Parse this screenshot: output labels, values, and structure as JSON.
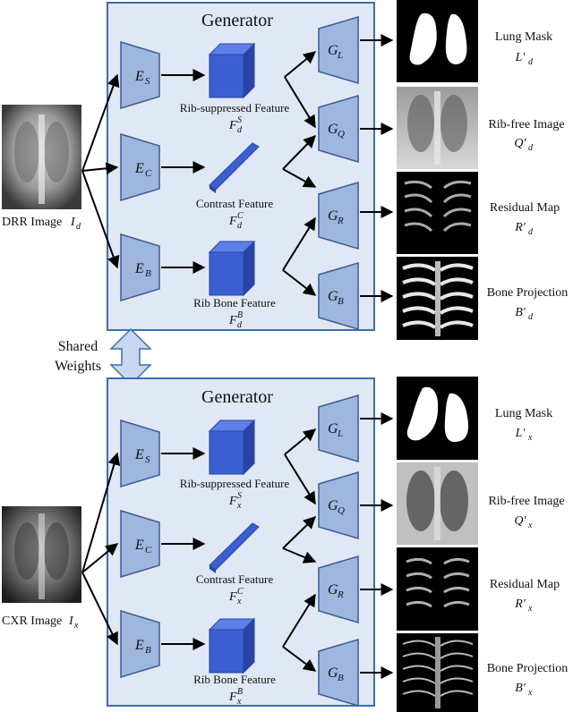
{
  "colors": {
    "panel_fill": "#dfe8f4",
    "panel_stroke": "#3d6db0",
    "encoder_fill": "#9fb6df",
    "encoder_stroke": "#3d5a95",
    "cube_front": "#3a5fd0",
    "cube_top": "#5d80e6",
    "cube_side": "#2744a8",
    "arrow": "#000000"
  },
  "shared_weights": {
    "line1": "Shared",
    "line2": "Weights"
  },
  "generators": [
    {
      "title": "Generator",
      "encoders": {
        "s": {
          "sym": "E",
          "sub": "S"
        },
        "c": {
          "sym": "E",
          "sub": "C"
        },
        "b": {
          "sym": "E",
          "sub": "B"
        }
      },
      "decoders": {
        "l": {
          "sym": "G",
          "sub": "L"
        },
        "q": {
          "sym": "G",
          "sub": "Q"
        },
        "r": {
          "sym": "G",
          "sub": "R"
        },
        "b": {
          "sym": "G",
          "sub": "B"
        }
      },
      "features": {
        "s": {
          "label": "Rib-suppressed Feature",
          "sym": "F",
          "sub": "d",
          "sup": "S"
        },
        "c": {
          "label": "Contrast Feature",
          "sym": "F",
          "sub": "d",
          "sup": "C"
        },
        "b": {
          "label": "Rib Bone Feature",
          "sym": "F",
          "sub": "d",
          "sup": "B"
        }
      },
      "input": {
        "label": "DRR Image",
        "sym": "I",
        "sub": "d"
      },
      "outputs": {
        "l": {
          "label": "Lung Mask",
          "sym": "L′",
          "sub": "d"
        },
        "q": {
          "label": "Rib-free Image",
          "sym": "Q′",
          "sub": "d"
        },
        "r": {
          "label": "Residual Map",
          "sym": "R′",
          "sub": "d"
        },
        "b": {
          "label": "Bone Projection",
          "sym": "B′",
          "sub": "d"
        }
      }
    },
    {
      "title": "Generator",
      "encoders": {
        "s": {
          "sym": "E",
          "sub": "S"
        },
        "c": {
          "sym": "E",
          "sub": "C"
        },
        "b": {
          "sym": "E",
          "sub": "B"
        }
      },
      "decoders": {
        "l": {
          "sym": "G",
          "sub": "L"
        },
        "q": {
          "sym": "G",
          "sub": "Q"
        },
        "r": {
          "sym": "G",
          "sub": "R"
        },
        "b": {
          "sym": "G",
          "sub": "B"
        }
      },
      "features": {
        "s": {
          "label": "Rib-suppressed Feature",
          "sym": "F",
          "sub": "x",
          "sup": "S"
        },
        "c": {
          "label": "Contrast Feature",
          "sym": "F",
          "sub": "x",
          "sup": "C"
        },
        "b": {
          "label": "Rib Bone Feature",
          "sym": "F",
          "sub": "x",
          "sup": "B"
        }
      },
      "input": {
        "label": "CXR Image",
        "sym": "I",
        "sub": "x"
      },
      "outputs": {
        "l": {
          "label": "Lung Mask",
          "sym": "L′",
          "sub": "x"
        },
        "q": {
          "label": "Rib-free Image",
          "sym": "Q′",
          "sub": "x"
        },
        "r": {
          "label": "Residual Map",
          "sym": "R′",
          "sub": "x"
        },
        "b": {
          "label": "Bone Projection",
          "sym": "B′",
          "sub": "x"
        }
      }
    }
  ]
}
